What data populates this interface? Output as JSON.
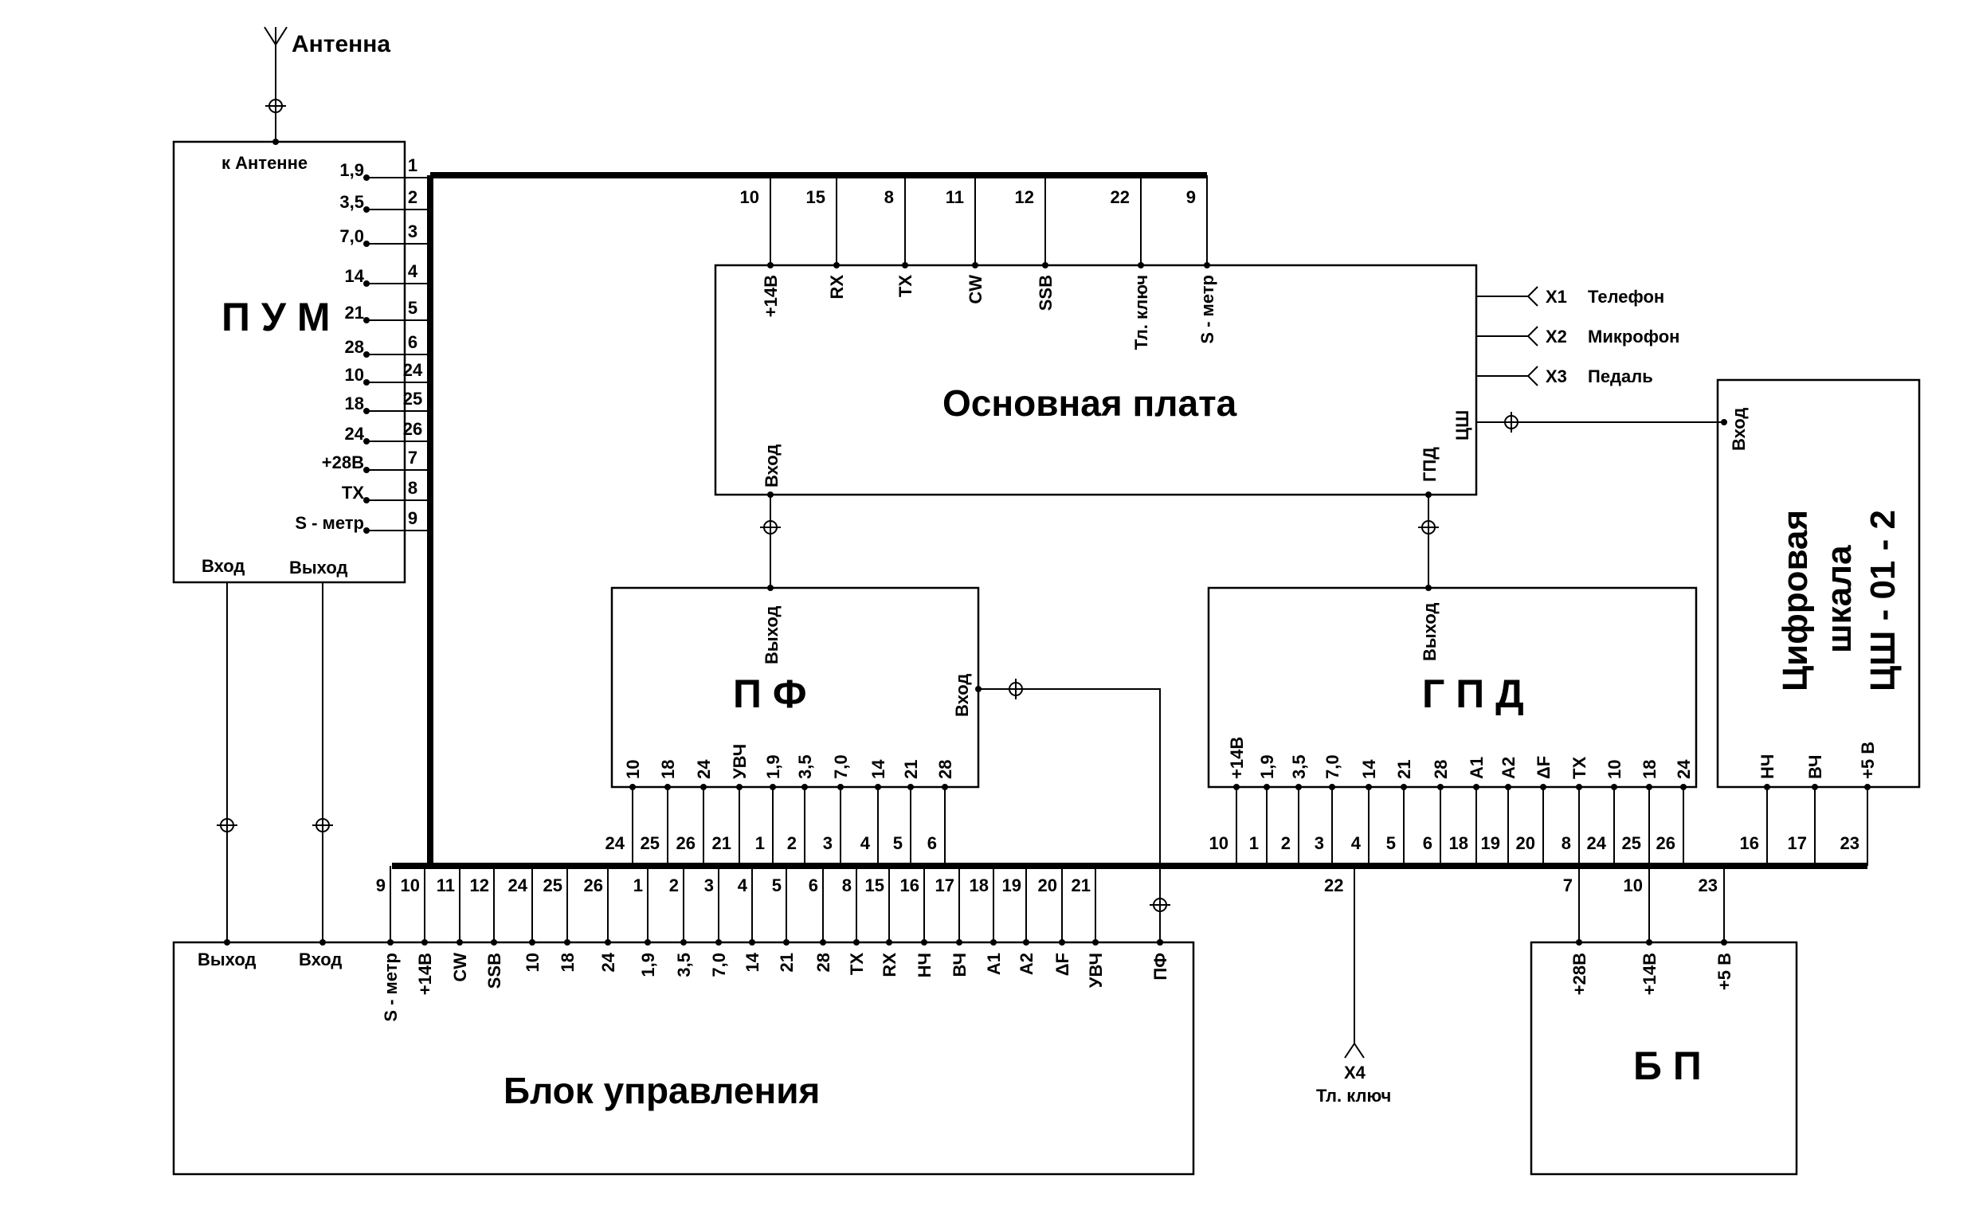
{
  "antenna": {
    "label": "Антенна"
  },
  "pum": {
    "title": "П У М",
    "to_antenna": "к Антенне",
    "rows": [
      {
        "sig": "1,9",
        "pin": "1"
      },
      {
        "sig": "3,5",
        "pin": "2"
      },
      {
        "sig": "7,0",
        "pin": "3"
      },
      {
        "sig": "14",
        "pin": "4"
      },
      {
        "sig": "21",
        "pin": "5"
      },
      {
        "sig": "28",
        "pin": "6"
      },
      {
        "sig": "10",
        "pin": "24"
      },
      {
        "sig": "18",
        "pin": "25"
      },
      {
        "sig": "24",
        "pin": "26"
      },
      {
        "sig": "+28В",
        "pin": "7"
      },
      {
        "sig": "TX",
        "pin": "8"
      },
      {
        "sig": "S - метр",
        "pin": "9"
      }
    ],
    "input": "Вход",
    "output": "Выход"
  },
  "main_board": {
    "title": "Основная плата",
    "top_pins": [
      {
        "pin": "10",
        "sig": "+14В"
      },
      {
        "pin": "15",
        "sig": "RX"
      },
      {
        "pin": "8",
        "sig": "TX"
      },
      {
        "pin": "11",
        "sig": "CW"
      },
      {
        "pin": "12",
        "sig": "SSB"
      },
      {
        "pin": "22",
        "sig": "Тл. ключ"
      },
      {
        "pin": "9",
        "sig": "S - метр"
      }
    ],
    "input": "Вход",
    "gpd": "ГПД",
    "dsh": "ЦШ",
    "connectors": [
      {
        "id": "X1",
        "label": "Телефон"
      },
      {
        "id": "X2",
        "label": "Микрофон"
      },
      {
        "id": "X3",
        "label": "Педаль"
      }
    ]
  },
  "pf": {
    "title": "П Ф",
    "output": "Выход",
    "input": "Вход",
    "pins": [
      {
        "sig": "10",
        "pin": "24"
      },
      {
        "sig": "18",
        "pin": "25"
      },
      {
        "sig": "24",
        "pin": "26"
      },
      {
        "sig": "УВЧ",
        "pin": "21"
      },
      {
        "sig": "1,9",
        "pin": "1"
      },
      {
        "sig": "3,5",
        "pin": "2"
      },
      {
        "sig": "7,0",
        "pin": "3"
      },
      {
        "sig": "14",
        "pin": "4"
      },
      {
        "sig": "21",
        "pin": "5"
      },
      {
        "sig": "28",
        "pin": "6"
      }
    ]
  },
  "gpd": {
    "title": "Г П Д",
    "output": "Выход",
    "pins": [
      {
        "sig": "+14В",
        "pin": "10"
      },
      {
        "sig": "1,9",
        "pin": "1"
      },
      {
        "sig": "3,5",
        "pin": "2"
      },
      {
        "sig": "7,0",
        "pin": "3"
      },
      {
        "sig": "14",
        "pin": "4"
      },
      {
        "sig": "21",
        "pin": "5"
      },
      {
        "sig": "28",
        "pin": "6"
      },
      {
        "sig": "А1",
        "pin": "18"
      },
      {
        "sig": "А2",
        "pin": "19"
      },
      {
        "sig": "ΔF",
        "pin": "20"
      },
      {
        "sig": "TX",
        "pin": "8"
      },
      {
        "sig": "10",
        "pin": "24"
      },
      {
        "sig": "18",
        "pin": "25"
      },
      {
        "sig": "24",
        "pin": "26"
      }
    ]
  },
  "digital_scale": {
    "title_lines": [
      "Цифровая",
      "шкала",
      "ЦШ - 01 - 2"
    ],
    "input": "Вход",
    "pins": [
      {
        "sig": "НЧ",
        "pin": "16"
      },
      {
        "sig": "ВЧ",
        "pin": "17"
      },
      {
        "sig": "+5 В",
        "pin": "23"
      }
    ]
  },
  "control_unit": {
    "title": "Блок  управления",
    "output": "Выход",
    "input": "Вход",
    "pins": [
      {
        "pin": "9",
        "sig": "S - метр"
      },
      {
        "pin": "10",
        "sig": "+14В"
      },
      {
        "pin": "11",
        "sig": "CW"
      },
      {
        "pin": "12",
        "sig": "SSB"
      },
      {
        "pin": "24",
        "sig": "10"
      },
      {
        "pin": "25",
        "sig": "18"
      },
      {
        "pin": "26",
        "sig": "24"
      },
      {
        "pin": "1",
        "sig": "1,9"
      },
      {
        "pin": "2",
        "sig": "3,5"
      },
      {
        "pin": "3",
        "sig": "7,0"
      },
      {
        "pin": "4",
        "sig": "14"
      },
      {
        "pin": "5",
        "sig": "21"
      },
      {
        "pin": "6",
        "sig": "28"
      },
      {
        "pin": "8",
        "sig": "TX"
      },
      {
        "pin": "15",
        "sig": "RX"
      },
      {
        "pin": "16",
        "sig": "НЧ"
      },
      {
        "pin": "17",
        "sig": "ВЧ"
      },
      {
        "pin": "18",
        "sig": "А1"
      },
      {
        "pin": "19",
        "sig": "А2"
      },
      {
        "pin": "20",
        "sig": "ΔF"
      },
      {
        "pin": "21",
        "sig": "УВЧ"
      },
      {
        "pin": "",
        "sig": "ПФ"
      }
    ]
  },
  "bus_extra": {
    "pin22": "22"
  },
  "x4": {
    "id": "X4",
    "label": "Тл. ключ"
  },
  "power": {
    "title": "Б П",
    "pins": [
      {
        "pin": "7",
        "sig": "+28В"
      },
      {
        "pin": "10",
        "sig": "+14В"
      },
      {
        "pin": "23",
        "sig": "+5 В"
      }
    ]
  }
}
